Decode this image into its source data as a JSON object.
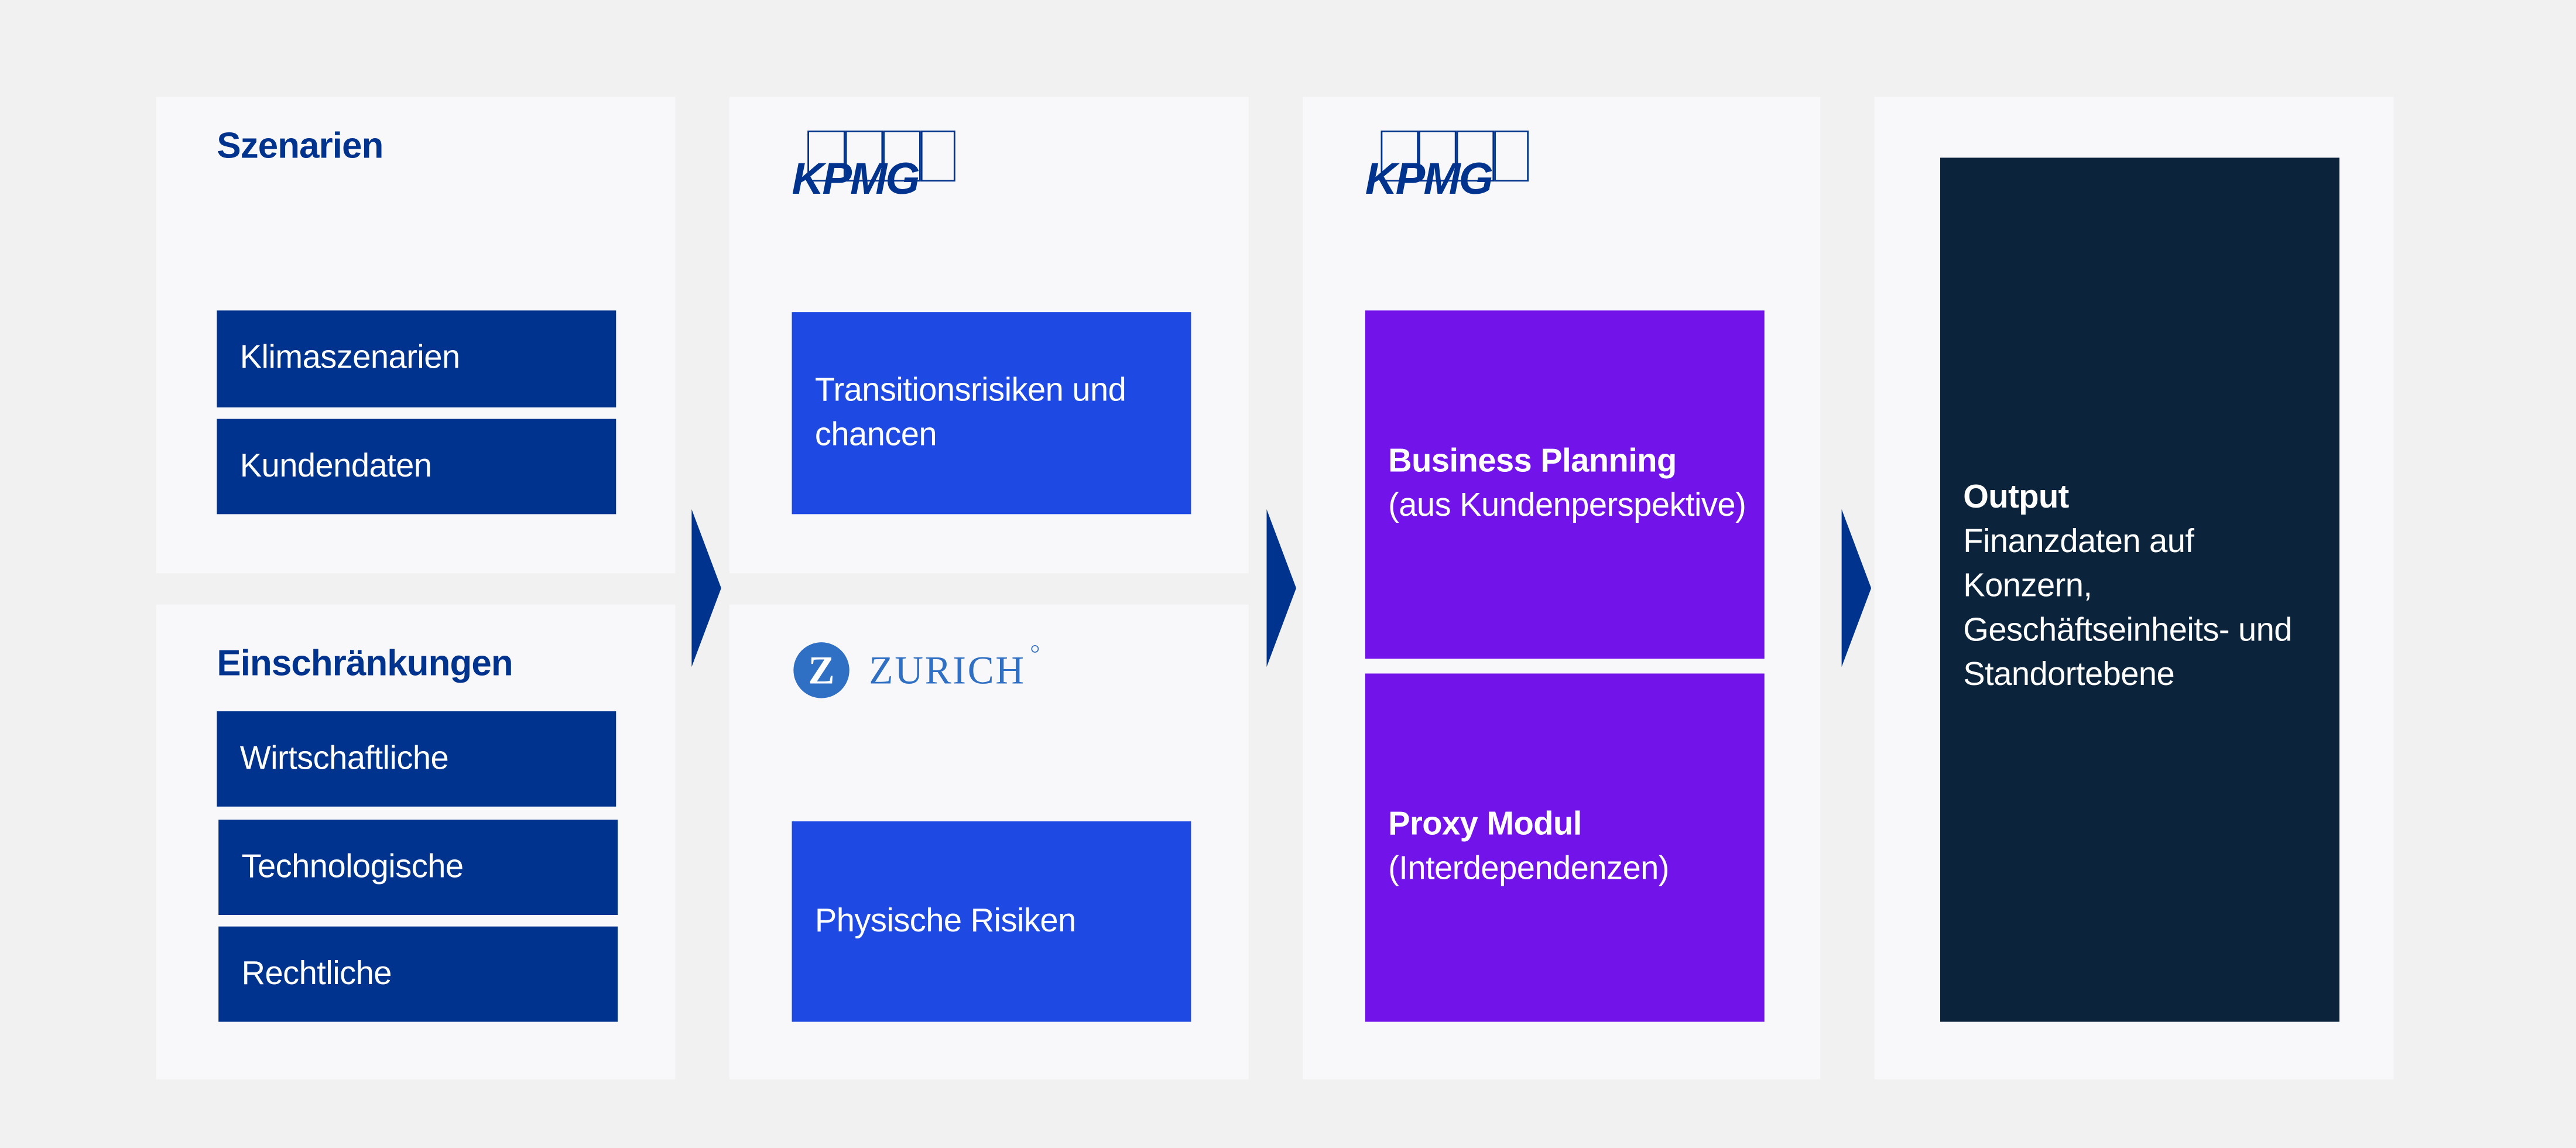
{
  "columns": {
    "inputs": {
      "scenarios_title": "Szenarien",
      "scenarios": [
        "Klimaszenarien",
        "Kundendaten"
      ],
      "constraints_title": "Einschränkungen",
      "constraints": [
        "Wirtschaftliche",
        "Technologische",
        "Rechtliche"
      ]
    },
    "risk_models": {
      "top_logo": "KPMG",
      "transition_label": "Transitionsrisiken und chancen",
      "bottom_logo": "ZURICH",
      "physical_label": "Physische Risiken"
    },
    "planning": {
      "logo": "KPMG",
      "business_title": "Business Planning",
      "business_sub": "(aus Kundenperspektive)",
      "proxy_title": "Proxy Modul",
      "proxy_sub": "(Interdependenzen)"
    },
    "output": {
      "title": "Output",
      "text": "Finanzdaten auf Konzern, Geschäftseinheits- und Standortebene"
    }
  },
  "colors": {
    "navy": "#00338d",
    "blue": "#1e49e2",
    "purple": "#7213ea",
    "dark": "#0c233c",
    "zurich": "#2f6fc4"
  }
}
